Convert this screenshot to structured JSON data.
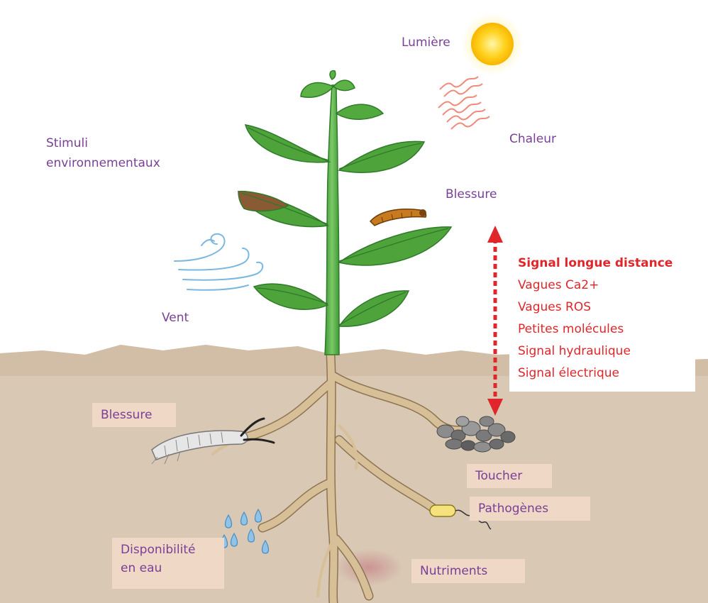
{
  "labels": {
    "stimuli_line1": "Stimuli",
    "stimuli_line2": "environnementaux",
    "light": "Lumière",
    "heat": "Chaleur",
    "wound_top": "Blessure",
    "wind": "Vent"
  },
  "signal": {
    "title": "Signal longue distance",
    "items": [
      "Vagues Ca2+",
      "Vagues ROS",
      "Petites molécules",
      "Signal hydraulique",
      "Signal électrique"
    ]
  },
  "root_labels": {
    "wound": "Blessure",
    "touch": "Toucher",
    "pathogens": "Pathogènes",
    "water_line1": "Disponibilité",
    "water_line2": "en eau",
    "nutrients": "Nutriments"
  },
  "colors": {
    "label_text": "#7a3f96",
    "signal_text": "#e0262b",
    "box_fill": "#f0d8c6",
    "soil": "#d9c8b4",
    "leaf": "#4ea33a",
    "root": "#ccae84"
  }
}
